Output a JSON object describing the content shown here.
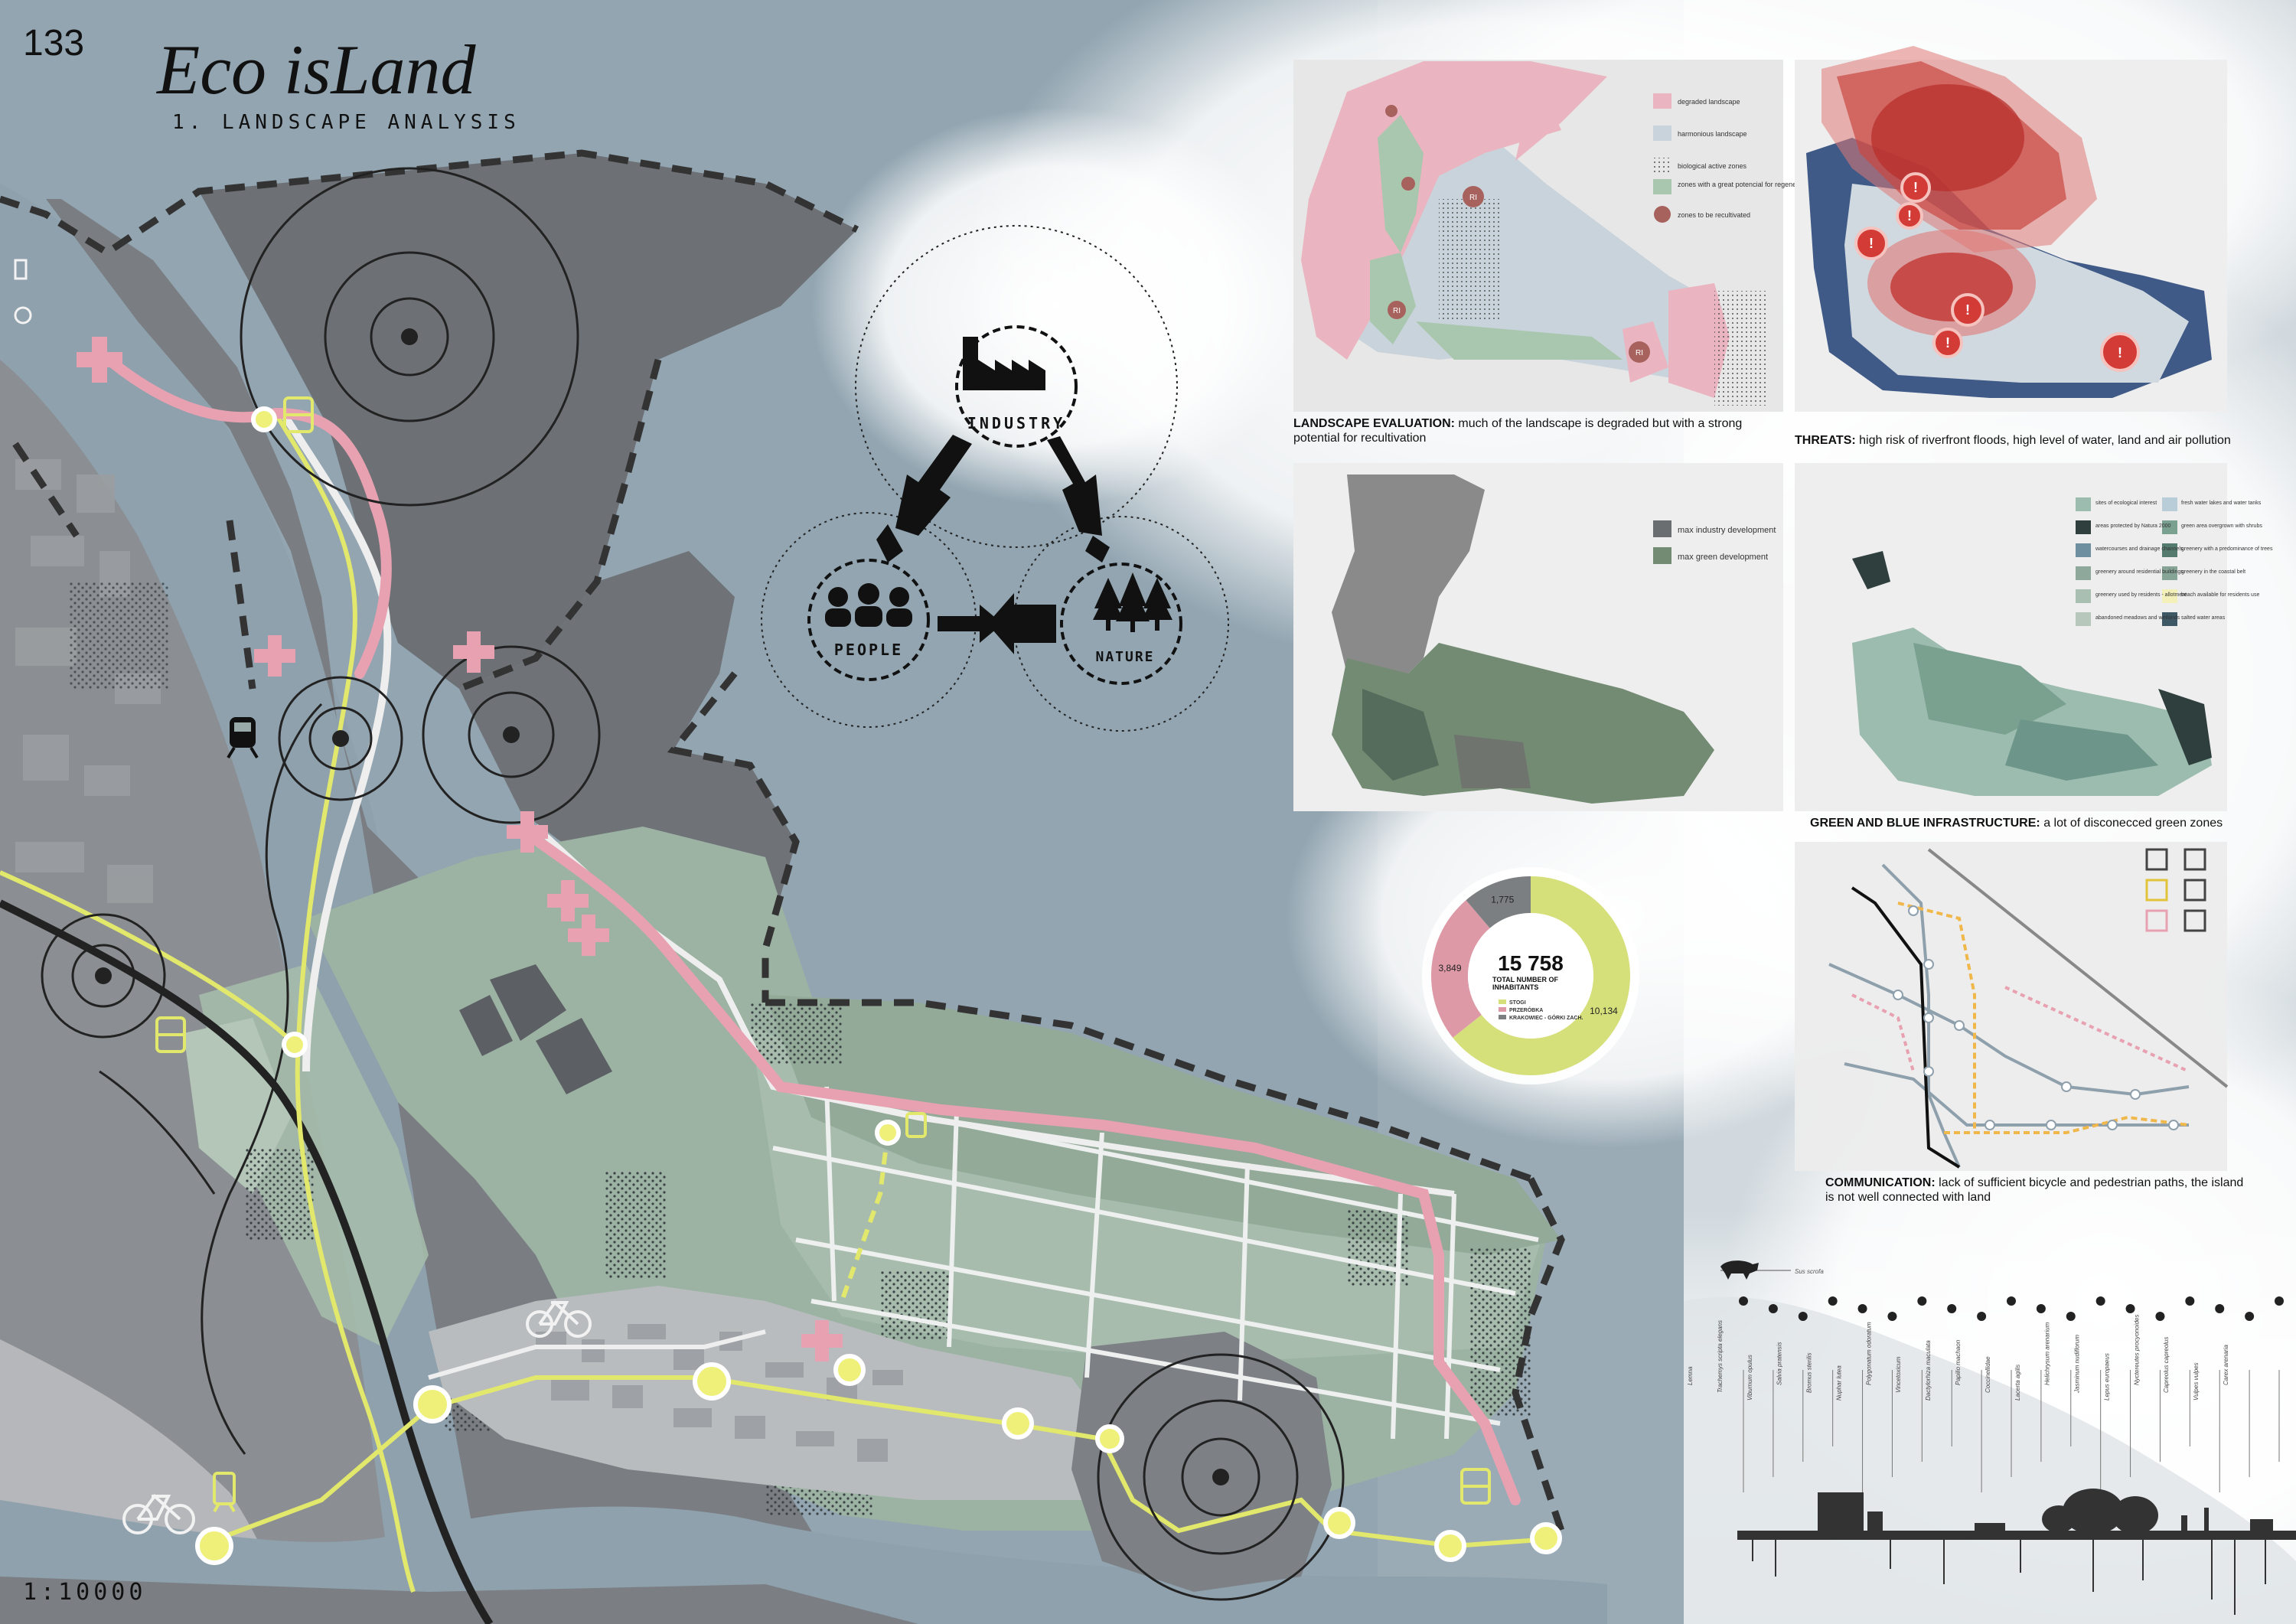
{
  "sheet": {
    "number": "133",
    "title": "Eco isLand",
    "subtitle": "1. LANDSCAPE ANALYSIS",
    "scale": "1:10000"
  },
  "diagram": {
    "nodes": {
      "industry": "INDUSTRY",
      "people": "PEOPLE",
      "nature": "NATURE"
    }
  },
  "panels": {
    "landscape": {
      "legend": [
        "degraded landscape",
        "harmonious landscape",
        "biological active zones",
        "zones with a great potencial for regeneration",
        "zones to be recultivated"
      ],
      "marker": "RI",
      "caption_head": "LANDSCAPE EVALUATION:",
      "caption_text": "much of the landscape is degraded but with a strong potential for recultivation"
    },
    "threats": {
      "marker": "!",
      "caption_head": "THREATS:",
      "caption_text": "high risk of riverfront floods, high level of water, land and air pollution"
    },
    "development": {
      "legend": [
        "max industry development",
        "max green development"
      ]
    },
    "green_blue": {
      "legend_left": [
        "sites of ecological interest",
        "areas protected by Natura 2000",
        "watercourses and drainage channels",
        "greenery around residential buildings",
        "greenery used by residents - allotment",
        "abandoned meadows and wetlands"
      ],
      "legend_right": [
        "fresh water lakes and water tanks",
        "green area overgrown with shrubs",
        "greenery with a predominance of trees",
        "greenery in the coastal belt",
        "beach available for residents use",
        "salted water areas"
      ],
      "caption_head": "GREEN AND BLUE INFRASTRUCTURE:",
      "caption_text": "a lot of disconecced green zones"
    },
    "communication": {
      "caption_head": "COMMUNICATION:",
      "caption_text": "lack of sufficient bicycle and pedestrian paths, the island is not well connected with land"
    }
  },
  "donut": {
    "total": "15 758",
    "total_label": "TOTAL NUMBER OF INHABITANTS",
    "legend": [
      "STOGI",
      "PRZERÓBKA",
      "KRAKOWIEC - GÓRKI ZACH."
    ],
    "chart_data": {
      "type": "pie",
      "categories": [
        "STOGI",
        "PRZERÓBKA",
        "KRAKOWIEC - GÓRKI ZACH."
      ],
      "values": [
        10134,
        3849,
        1775
      ],
      "value_labels": [
        "10,134",
        "3,849",
        "1,775"
      ],
      "colors": [
        "#d6e07a",
        "#dd9aa6",
        "#7c7f82"
      ]
    }
  },
  "species": {
    "header": "Sus scrofa",
    "names": [
      "Lemna",
      "Trachemys scripta elegans",
      "Viburnum opulus",
      "Salvia pratensis",
      "Bromus sterilis",
      "Nuphar lutea",
      "Polygonatum odoratum",
      "Vincetoxicum",
      "Dactylorhiza maculata",
      "Papilio machaon",
      "Coccinellidae",
      "Lacerta agilis",
      "Helichrysum arenarium",
      "Jasminum nudiflorum",
      "Lepus europaeus",
      "Nyctereutes procyonoides",
      "Capreolus capreolus",
      "Vulpes vulpes",
      "Carex arenaria"
    ]
  },
  "colors": {
    "pink": "#e8a1b1",
    "yellow": "#e8ee67",
    "sea": "#8fa3b0",
    "land_dark": "#7c7f84",
    "green": "#9fb5a4"
  }
}
